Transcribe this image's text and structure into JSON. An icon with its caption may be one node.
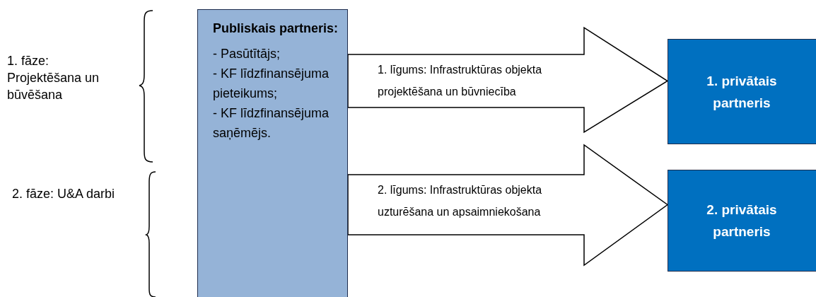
{
  "diagram": {
    "nodes": [
      {
        "text": [
          "Publiskais partneris:",
          "- Pasūtītājs;",
          "- KF līdzfinansējuma pieteikums;",
          "- KF līdzfinansējuma saņēmējs."
        ]
      },
      {
        "text": [
          "1. privātais partneris"
        ]
      },
      {
        "text": [
          "2. privātais partneris"
        ]
      }
    ],
    "edges": [
      {
        "from": 0,
        "to": 1,
        "arrow": "to",
        "label": "1. līgums: Infrastruktūras objekta projektēšana un būvniecība"
      },
      {
        "from": 0,
        "to": 2,
        "arrow": "to",
        "label": "2. līgums: Infrastruktūras objekta uzturēšana un apsaimniekošana"
      }
    ],
    "labels": [
      "1. fāze: Projektēšana un būvēšana",
      "2. fāze: U&A darbi"
    ]
  }
}
